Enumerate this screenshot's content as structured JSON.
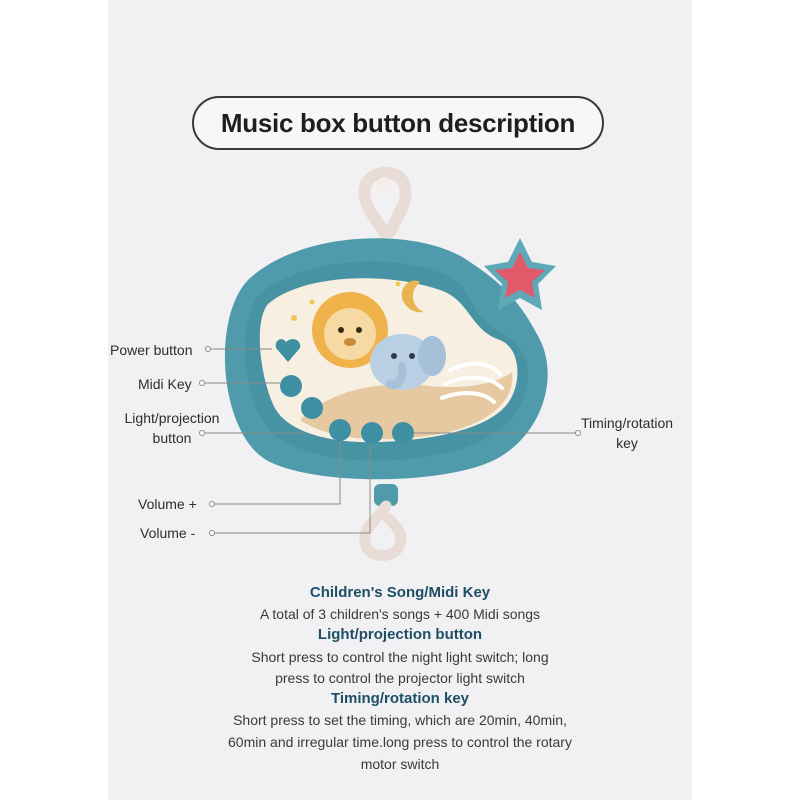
{
  "title": "Music box button description",
  "labels": {
    "power": "Power button",
    "midi": "Midi Key",
    "light_line1": "Light/projection",
    "light_line2": "button",
    "volume_plus": "Volume +",
    "volume_minus": "Volume -",
    "timing_line1": "Timing/rotation",
    "timing_line2": "key"
  },
  "descriptions": [
    {
      "heading": "Children's Song/Midi Key",
      "lines": [
        "A total of 3 children's songs + 400 Midi songs"
      ]
    },
    {
      "heading": "Light/projection button",
      "lines": [
        "Short press to control the night light switch; long",
        "press to control the projector light switch"
      ]
    },
    {
      "heading": "Timing/rotation key",
      "lines": [
        "Short press to set the timing, which are 20min, 40min,",
        "60min and irregular time.long press to control the rotary",
        "motor switch"
      ]
    }
  ],
  "colors": {
    "device_shell": "#4f9bab",
    "device_shell_dark": "#3d8596",
    "button": "#3f8fa2",
    "star": "#e05a6a",
    "heading": "#1e4f66"
  }
}
